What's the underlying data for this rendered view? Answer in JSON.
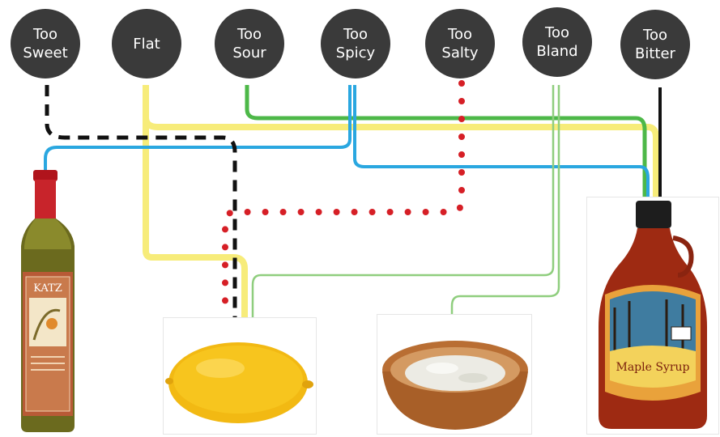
{
  "nodes": [
    {
      "id": "too-sweet",
      "label": "Too Sweet"
    },
    {
      "id": "flat",
      "label": "Flat"
    },
    {
      "id": "too-sour",
      "label": "Too Sour"
    },
    {
      "id": "too-spicy",
      "label": "Too Spicy"
    },
    {
      "id": "too-salty",
      "label": "Too Salty"
    },
    {
      "id": "too-bland",
      "label": "Too Bland"
    },
    {
      "id": "too-bitter",
      "label": "Too Bitter"
    }
  ],
  "products": {
    "oil_brand": "KATZ",
    "syrup_label": "Maple Syrup"
  },
  "colors": {
    "node": "#3a3a3a",
    "yellow": "#f7ec7a",
    "blue": "#2aa7e0",
    "green": "#4db848",
    "light_green": "#8fce7e",
    "red": "#d61f26",
    "black": "#111111"
  }
}
